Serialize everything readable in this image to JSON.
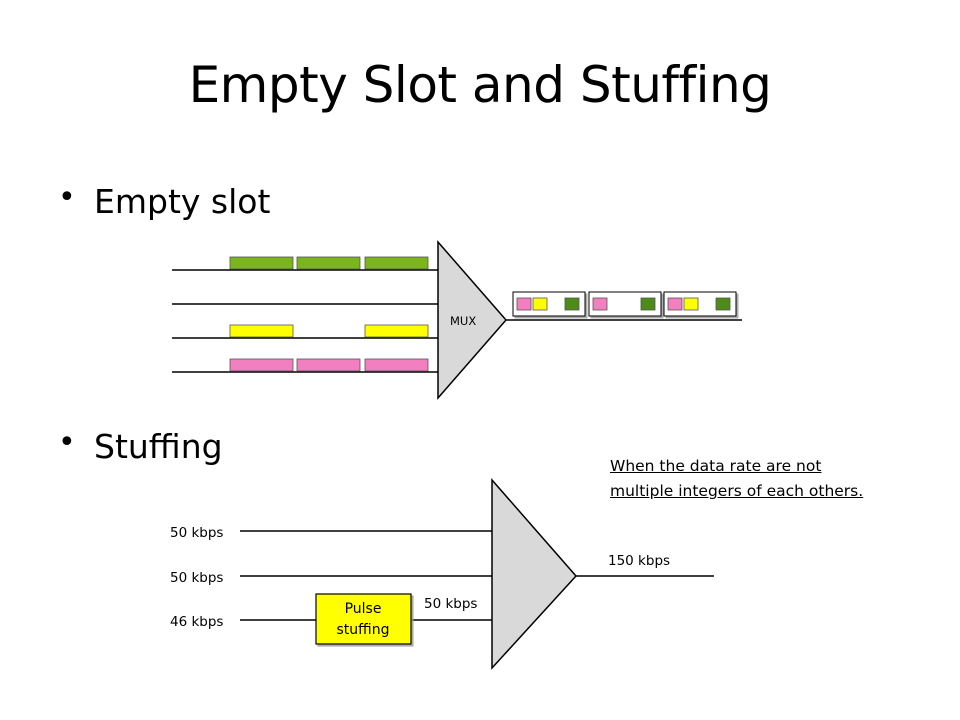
{
  "title": "Empty Slot and Stuffing",
  "bullets": [
    "Empty slot",
    "Stuffing"
  ],
  "note": {
    "line1": "When the data rate are not",
    "line2": "multiple integers of each others."
  },
  "empty_slot_diagram": {
    "mux_label": "MUX",
    "colors": {
      "green": "#7ab51d",
      "dark_green": "#4e8c1a",
      "yellow": "#ffff00",
      "pink": "#f27fbf"
    },
    "input_lines": [
      {
        "name": "line-1",
        "slots": [
          "green",
          "green",
          "green"
        ]
      },
      {
        "name": "line-2",
        "slots": []
      },
      {
        "name": "line-3",
        "slots": [
          "yellow",
          null,
          "yellow"
        ]
      },
      {
        "name": "line-4",
        "slots": [
          "pink",
          "pink",
          "pink"
        ]
      }
    ],
    "output_frames": [
      [
        "pink",
        "yellow",
        "dark_green"
      ],
      [
        "pink",
        null,
        "dark_green"
      ],
      [
        "pink",
        "yellow",
        "dark_green"
      ]
    ]
  },
  "stuffing_diagram": {
    "inputs": [
      "50 kbps",
      "50 kbps",
      "46 kbps"
    ],
    "stuffing_box_line1": "Pulse",
    "stuffing_box_line2": "stuffing",
    "stuffed_rate": "50 kbps",
    "output_rate": "150 kbps",
    "colors": {
      "box": "#ffff00"
    }
  }
}
